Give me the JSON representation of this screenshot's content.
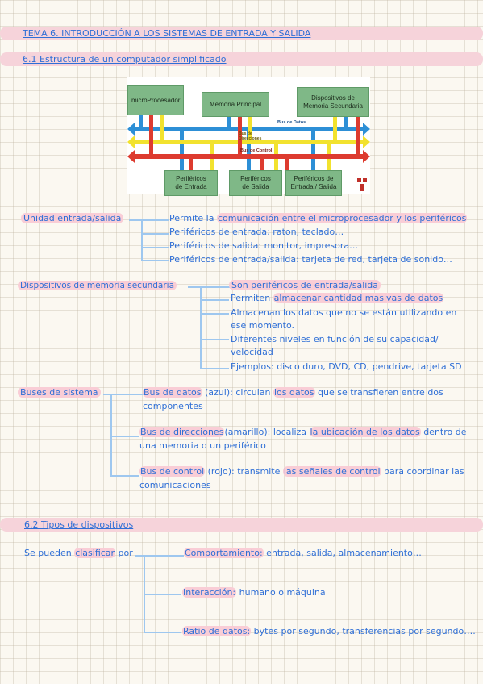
{
  "title": "TEMA 6. INTRODUCCIÓN A LOS SISTEMAS DE ENTRADA Y SALIDA",
  "section1": "6.1 Estructura de un computador simplificado",
  "diagram": {
    "cpu": "microProcesador",
    "mem": "Memoria Principal",
    "sec_line1": "Dispositivos de",
    "sec_line2": "Memoria Secundaria",
    "bus_datos": "Bus de Datos",
    "bus_dir_line1": "Bus de",
    "bus_dir_line2": "Direcciones",
    "bus_control": "Bus de Control",
    "pe_line1": "Periféricos",
    "pe_line2": "de Entrada",
    "ps_line1": "Periféricos",
    "ps_line2": "de Salida",
    "pes_line1": "Periféricos de",
    "pes_line2": "Entrada / Salida",
    "colors": {
      "datos": "#2d8fd6",
      "direcciones": "#f2e22e",
      "control": "#dd3b2f",
      "box": "#7fb887"
    }
  },
  "unidad": {
    "label": "Unidad entrada/salida",
    "b1_pre": "Permite la ",
    "b1_hl": "comunicación entre el microprocesador y los periféricos",
    "b2": "Periféricos de entrada: raton, teclado…",
    "b3": "Periféricos de salida: monitor, impresora…",
    "b4": "Periféricos de entrada/salida: tarjeta de red, tarjeta de sonido…"
  },
  "memoria": {
    "label": "Dispositivos de memoria secundaria",
    "b1": "Son periféricos de entrada/salida",
    "b2_pre": "Permiten ",
    "b2_hl": "almacenar cantidad masivas de datos",
    "b3_l1": "Almacenan los datos que no se están utilizando en",
    "b3_l2": "ese momento.",
    "b4_l1": "Diferentes niveles en función de su capacidad/",
    "b4_l2": "velocidad",
    "b5": "Ejemplos: disco duro, DVD, CD, pendrive, tarjeta SD"
  },
  "buses": {
    "label": "Buses de sistema",
    "d_hl": "Bus de datos",
    "d_paren": " (azul): ",
    "d_mid": "circulan ",
    "d_hl2": "los datos",
    "d_rest": " que se transfieren entre dos",
    "d_l2": "componentes",
    "a_hl": "Bus de direcciones",
    "a_paren": "(amarillo): ",
    "a_mid": "localiza ",
    "a_hl2": "la ubicación de los datos",
    "a_rest": " dentro de",
    "a_l2": "una memoria o un periférico",
    "c_hl": "Bus de control",
    "c_paren": " (rojo): ",
    "c_mid": "transmite ",
    "c_hl2": "las señales de control",
    "c_rest": " para coordinar las",
    "c_l2": "comunicaciones"
  },
  "section2": "6.2 Tipos de dispositivos",
  "tipos": {
    "pre": "Se pueden ",
    "hl": "clasificar",
    "post": " por",
    "b1_hl": "Comportamiento:",
    "b1_rest": " entrada, salida, almacenamiento…",
    "b2_hl": "Interacción:",
    "b2_rest": " humano o máquina",
    "b3_hl": "Ratio de datos:",
    "b3_rest": " bytes por segundo, transferencias por segundo…."
  }
}
